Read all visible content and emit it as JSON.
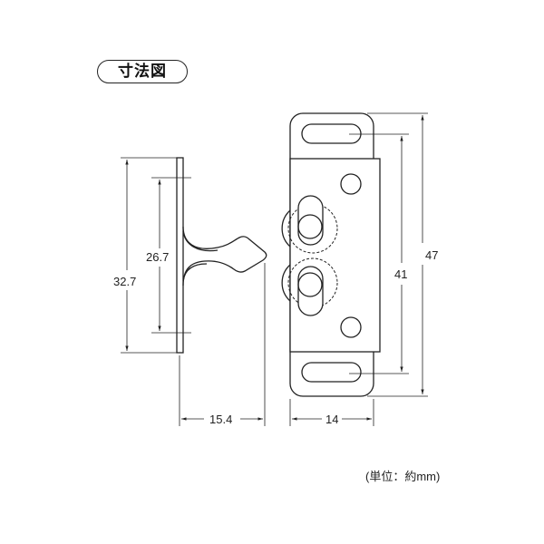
{
  "title": "寸法図",
  "dimensions": {
    "clip_height": "32.7",
    "clip_hole_pitch": "26.7",
    "clip_depth": "15.4",
    "body_width": "14",
    "body_hole_pitch": "41",
    "body_height": "47"
  },
  "unit_note": "(単位：約mm)",
  "colors": {
    "line": "#222222",
    "background": "#ffffff"
  }
}
